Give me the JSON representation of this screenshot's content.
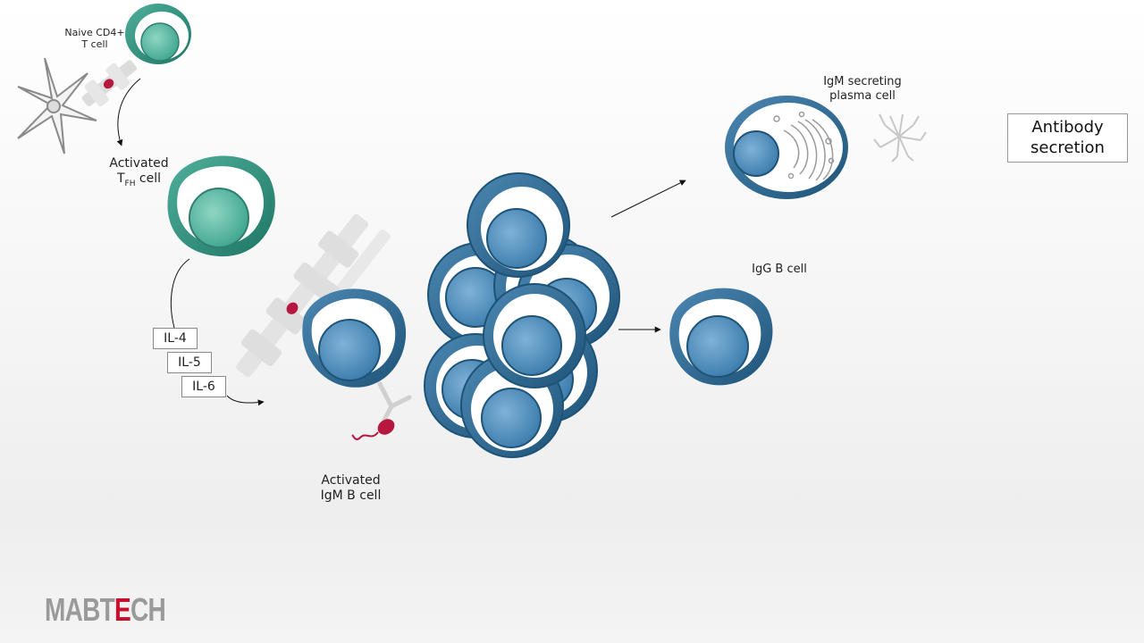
{
  "labels": {
    "naive_t_cell": "Naive CD4+\nT cell",
    "activated_tfh": "Activated",
    "tfh_T": "T",
    "tfh_sub": "FH",
    "tfh_cell": " cell",
    "activated_igm_b": "Activated\nIgM B cell",
    "igm_plasma": "IgM secreting\nplasma cell",
    "igg_b": "IgG B cell"
  },
  "cytokines": [
    "IL-4",
    "IL-5",
    "IL-6"
  ],
  "box": {
    "antibody_secretion": "Antibody\nsecretion"
  },
  "logo": {
    "pre": "MABT",
    "accent": "E",
    "post": "CH"
  },
  "colors": {
    "t_cell": "#2a8f7d",
    "t_nucleus": "#5fbfaa",
    "b_cell": "#2c6a92",
    "b_nucleus": "#4e8fbe",
    "antigen": "#b5173f",
    "logo_accent": "#c8102e"
  }
}
